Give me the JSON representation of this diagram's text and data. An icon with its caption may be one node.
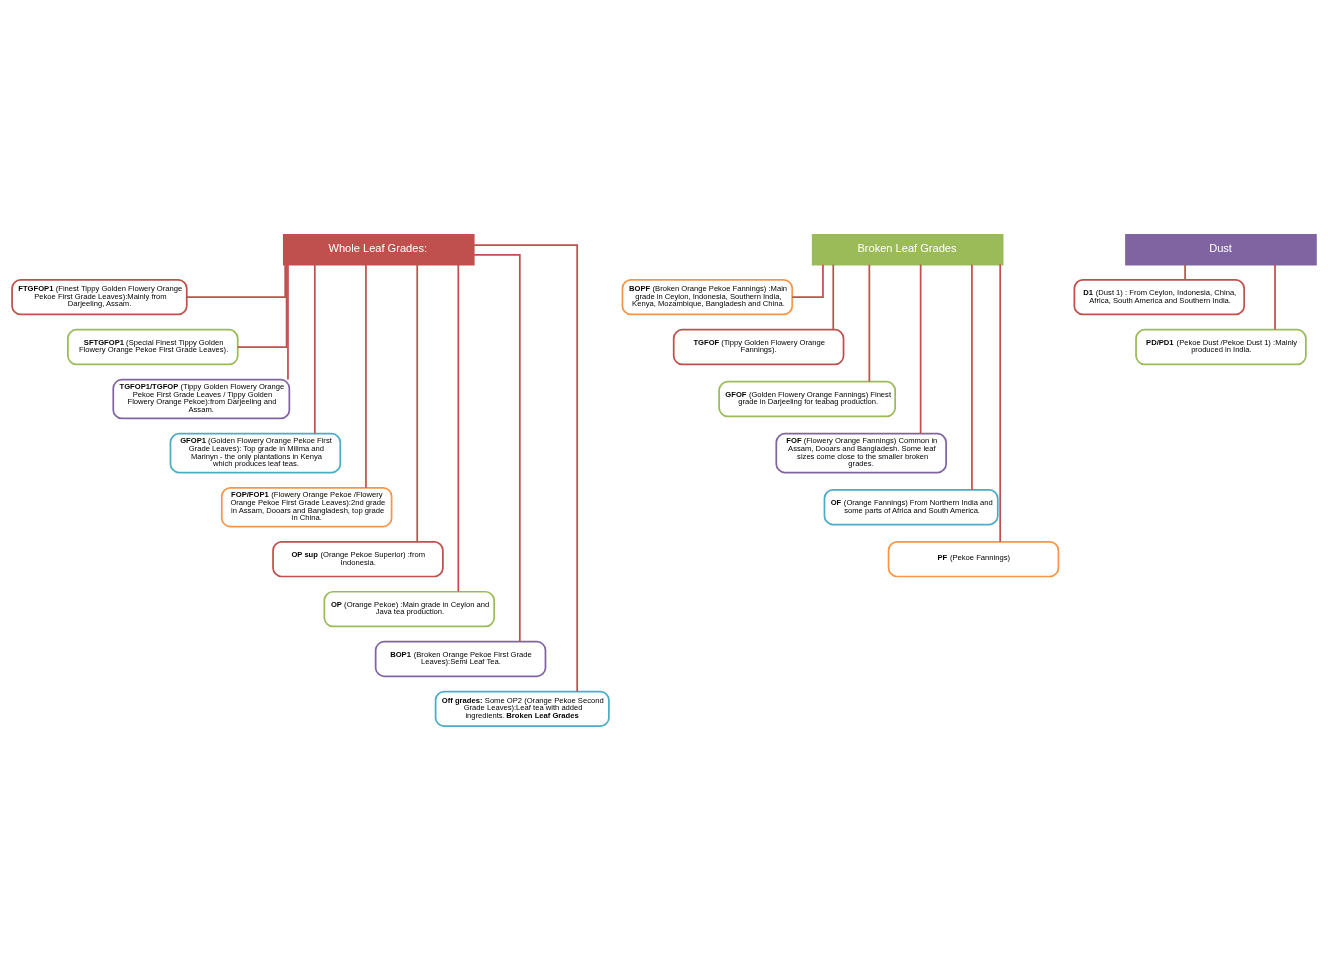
{
  "diagram": {
    "nodes": [
      {
        "text": [
          "Whole Leaf Grades:"
        ]
      },
      {
        "text": [
          "**FTGFOP1** (Finest Tippy Golden Flowery Orange Pekoe First Grade Leaves):Mainly from Darjeeling, Assam."
        ]
      },
      {
        "text": [
          "**SFTGFOP1** (Special Finest Tippy Golden Flowery Orange Pekoe First Grade Leaves)."
        ]
      },
      {
        "text": [
          "**TGFOP1/TGFOP** (Tippy Golden Flowery Orange Pekoe First Grade Leaves / Tippy Golden Flowery Orange Pekoe):from Darjeeling and Assam."
        ]
      },
      {
        "text": [
          "**GFOP1** (Golden Flowery Orange Pekoe First Grade Leaves): Top grade in Milima and Marinyn - the only plantations in Kenya which produces leaf teas."
        ]
      },
      {
        "text": [
          "**FOP/FOP1** (Flowery Orange Pekoe /Flowery Orange Pekoe First Grade Leaves):2nd grade in Assam, Dooars and Bangladesh, top grade in China."
        ]
      },
      {
        "text": [
          "**OP sup** (Orange Pekoe Superior) :from Indonesia."
        ]
      },
      {
        "text": [
          "**OP** (Orange Pekoe) :Main grade in Ceylon and Java tea production."
        ]
      },
      {
        "text": [
          "**BOP1** (Broken Orange Pekoe First Grade Leaves):Semi Leaf Tea."
        ]
      },
      {
        "text": [
          "**Off grades:** Some OP2 (Orange Pekoe Second Grade Leaves):Leaf tea with added ingredients. **Broken Leaf Grades**"
        ]
      },
      {
        "text": [
          "Broken Leaf Grades"
        ]
      },
      {
        "text": [
          "**BOPF** (Broken Orange Pekoe Fannings) :Main grade in Ceylon, Indonesia, Southern India, Kenya, Mozambique, Bangladesh and China."
        ]
      },
      {
        "text": [
          "**TGFOF** (Tippy Golden Flowery Orange Fannings)."
        ]
      },
      {
        "text": [
          "**GFOF** (Golden Flowery Orange Fannings) Finest grade in Darjeeling for teabag production."
        ]
      },
      {
        "text": [
          "**FOF** (Flowery Orange Fannings) Common in Assam, Dooars and Bangladesh. Some leaf sizes come close to the smaller broken grades."
        ]
      },
      {
        "text": [
          "**OF** (Orange Fannings) From Northern India and some parts of Africa and South America."
        ]
      },
      {
        "text": [
          "**PF** (Pekoe Fannings)"
        ]
      },
      {
        "text": [
          "Dust"
        ]
      },
      {
        "text": [
          "**D1** (Dust 1) : From Ceylon, Indonesia, China, Africa, South America and Southern India."
        ]
      },
      {
        "text": [
          "**PD/PD1** (Pekoe Dust /Pekoe Dust 1) :Mainly produced in India."
        ]
      }
    ],
    "edges": [
      {
        "from": 0,
        "to": 1,
        "arrow": "none"
      },
      {
        "from": 0,
        "to": 2,
        "arrow": "none"
      },
      {
        "from": 0,
        "to": 3,
        "arrow": "none"
      },
      {
        "from": 0,
        "to": 4,
        "arrow": "none"
      },
      {
        "from": 0,
        "to": 5,
        "arrow": "none"
      },
      {
        "from": 0,
        "to": 6,
        "arrow": "none"
      },
      {
        "from": 0,
        "to": 7,
        "arrow": "none"
      },
      {
        "from": 0,
        "to": 8,
        "arrow": "none"
      },
      {
        "from": 0,
        "to": 9,
        "arrow": "none"
      },
      {
        "from": 10,
        "to": 11,
        "arrow": "none"
      },
      {
        "from": 10,
        "to": 12,
        "arrow": "none"
      },
      {
        "from": 10,
        "to": 13,
        "arrow": "none"
      },
      {
        "from": 10,
        "to": 14,
        "arrow": "none"
      },
      {
        "from": 10,
        "to": 15,
        "arrow": "none"
      },
      {
        "from": 10,
        "to": 16,
        "arrow": "none"
      },
      {
        "from": 17,
        "to": 18,
        "arrow": "none"
      },
      {
        "from": 17,
        "to": 19,
        "arrow": "none"
      }
    ]
  }
}
